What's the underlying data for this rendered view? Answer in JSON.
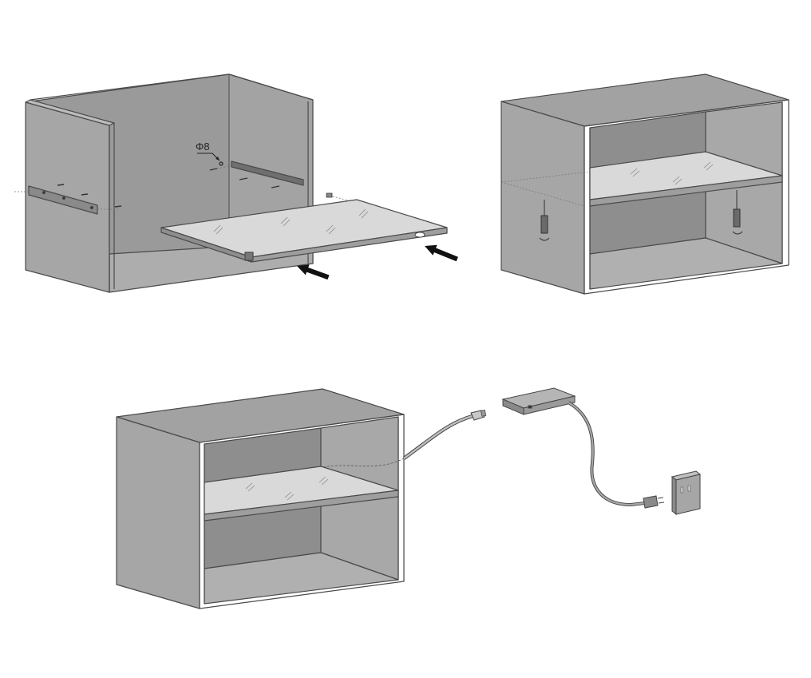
{
  "diagram": {
    "hole_label": "Φ8",
    "colors": {
      "panel_light": "#a9a9a9",
      "panel_mid": "#9a9a9a",
      "panel_dark": "#8e8e8e",
      "edge": "#4a4a4a",
      "glass": "#d9d9d9",
      "cable": "#9c9c9c",
      "arrow": "#111111"
    },
    "steps": [
      {
        "id": "step-1",
        "icons": [
          "side-rail-icon",
          "rear-rail-icon",
          "screw-icon",
          "glass-shelf-icon",
          "arrow-icon"
        ]
      },
      {
        "id": "step-2",
        "icons": [
          "screwdriver-icon",
          "glass-shelf-icon"
        ]
      },
      {
        "id": "step-3",
        "icons": [
          "led-cable-icon",
          "led-driver-box-icon",
          "power-plug-icon",
          "wall-socket-icon"
        ]
      }
    ]
  }
}
